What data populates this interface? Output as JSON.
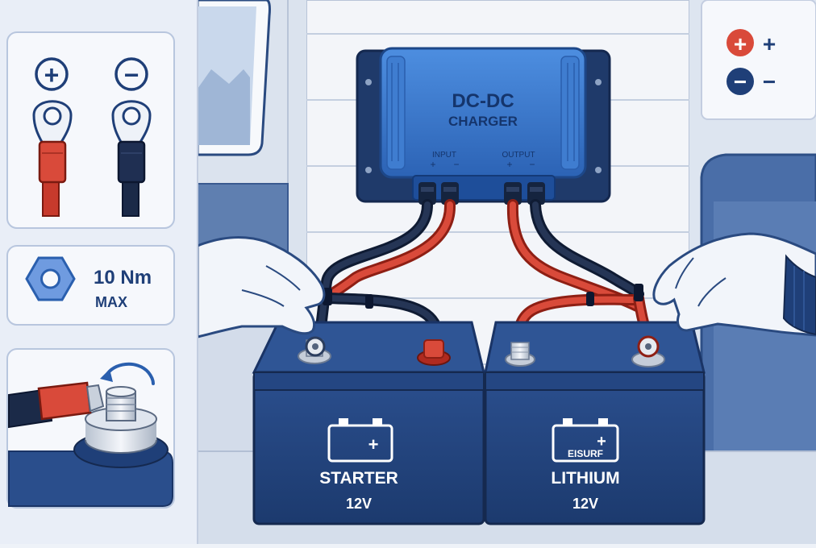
{
  "charger": {
    "title_line1": "DC-DC",
    "title_line2": "CHARGER",
    "input_label": "INPUT",
    "output_label": "OUTPUT",
    "input_plus": "+",
    "input_minus": "−",
    "output_plus": "+",
    "output_minus": "−"
  },
  "batteries": [
    {
      "name": "STARTER",
      "voltage": "12V",
      "icon_plus": "+"
    },
    {
      "name": "LITHIUM",
      "voltage": "12V",
      "icon_plus": "+",
      "icon_text": "EISURF"
    }
  ],
  "sidebar": {
    "polarity_positive_symbol": "+",
    "polarity_negative_symbol": "−",
    "torque_value": "10 Nm",
    "torque_limit": "MAX"
  },
  "legend": {
    "positive_symbol": "+",
    "positive_label": "+",
    "negative_symbol": "−",
    "negative_label": "−"
  },
  "colors": {
    "navy": "#1f3f78",
    "blue": "#3a78cc",
    "red": "#d94a3a",
    "panel": "#e8eef8",
    "wall": "#f3f5f9"
  }
}
